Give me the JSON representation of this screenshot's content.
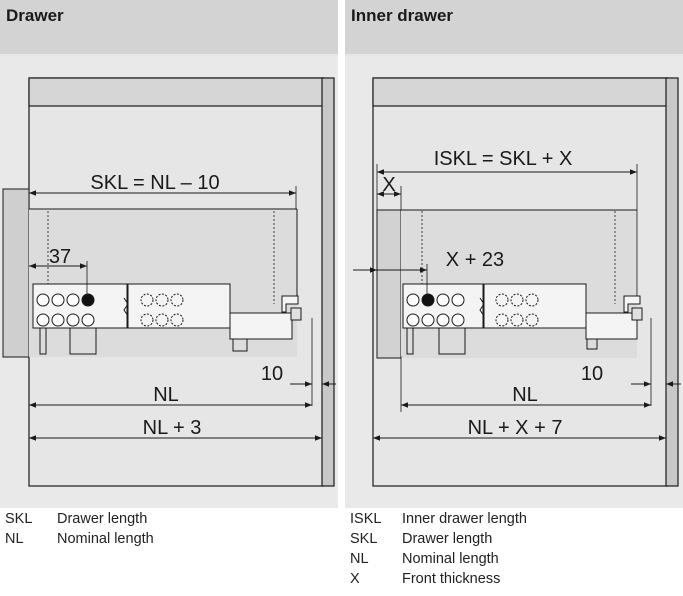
{
  "left_panel": {
    "title": "Drawer",
    "labels": {
      "skl": "SKL = NL – 10",
      "offset_37": "37",
      "gap_10": "10",
      "nl": "NL",
      "nl_plus_3": "NL + 3"
    },
    "legend": [
      {
        "abbr": "SKL",
        "desc": "Drawer length"
      },
      {
        "abbr": "NL",
        "desc": "Nominal length"
      }
    ]
  },
  "right_panel": {
    "title": "Inner drawer",
    "labels": {
      "iskl": "ISKL = SKL + X",
      "x": "X",
      "x_plus_23": "X + 23",
      "gap_10": "10",
      "nl": "NL",
      "nl_plus_x_plus_7": "NL + X + 7"
    },
    "legend": [
      {
        "abbr": "ISKL",
        "desc": "Inner drawer length"
      },
      {
        "abbr": "SKL",
        "desc": "Drawer length"
      },
      {
        "abbr": "NL",
        "desc": "Nominal length"
      },
      {
        "abbr": "X",
        "desc": "Front thickness"
      }
    ]
  },
  "colors": {
    "header_bg": "#d3d3d3",
    "diagram_bg": "#e9e9e9",
    "line": "#1a1a1a",
    "cabinet_top": "#d6d6d6",
    "drawer_body": "#dcdcdc"
  }
}
